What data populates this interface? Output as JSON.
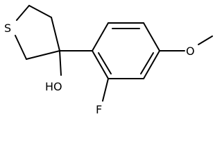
{
  "molecule": {
    "atoms": {
      "sulfur": "S",
      "hydroxyl": "HO",
      "fluorine": "F",
      "oxygen": "O"
    },
    "colors": {
      "bond": "#000000",
      "label": "#000000",
      "background": "#ffffff"
    }
  }
}
